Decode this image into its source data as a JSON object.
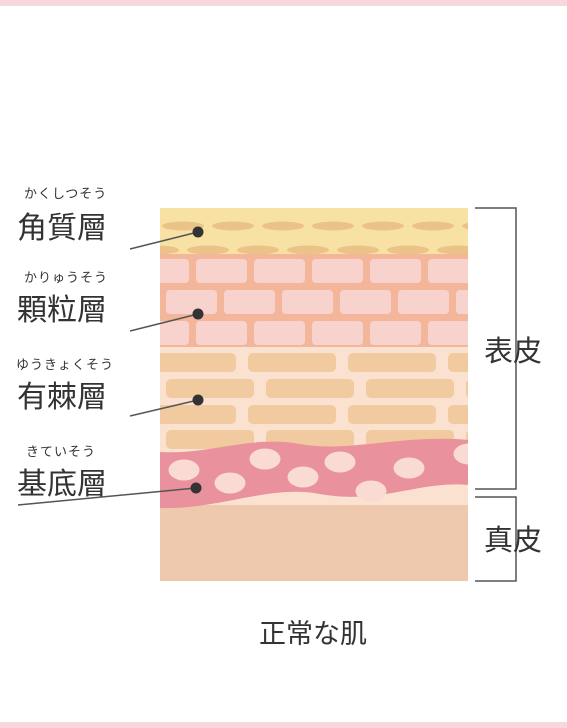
{
  "colors": {
    "frame": "#f6d7dd",
    "text": "#333333",
    "line": "#555555",
    "dot": "#333333",
    "corneum_bg": "#f8e2a3",
    "corneum_cell": "#ebc287",
    "granulosum_bg": "#f3b69b",
    "granulosum_cell": "#f8d3ce",
    "spinosum_bg": "#fbe1cf",
    "spinosum_cell": "#f1cb9f",
    "basal_bg": "#e9919c",
    "basal_cell": "#fadbd4",
    "dermis_bg": "#efc9ae"
  },
  "layers": [
    {
      "ruby": "かくしつそう",
      "name": "角質層"
    },
    {
      "ruby": "かりゅうそう",
      "name": "顆粒層"
    },
    {
      "ruby": "ゆうきょくそう",
      "name": "有棘層"
    },
    {
      "ruby": "きていそう",
      "name": "基底層"
    }
  ],
  "regions": {
    "epidermis": "表皮",
    "dermis": "真皮"
  },
  "caption": "正常な肌"
}
